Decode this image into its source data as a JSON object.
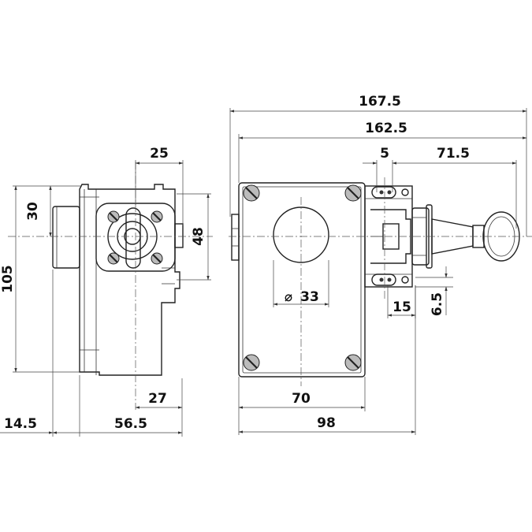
{
  "drawing": {
    "dimensions": {
      "overall_length": "167.5",
      "body_length": "162.5",
      "top_offset": "5",
      "eye_length": "71.5",
      "side_width": "25",
      "side_height_upper": "30",
      "side_height": "105",
      "side_centers": "48",
      "side_bottom": "27",
      "side_left_offset": "14.5",
      "side_depth": "56.5",
      "hole_diameter": "33",
      "mount_spacing": "70",
      "body_width": "98",
      "slot_spacing": "15",
      "slot_offset": "6.5"
    },
    "diameter_symbol": "⌀"
  }
}
